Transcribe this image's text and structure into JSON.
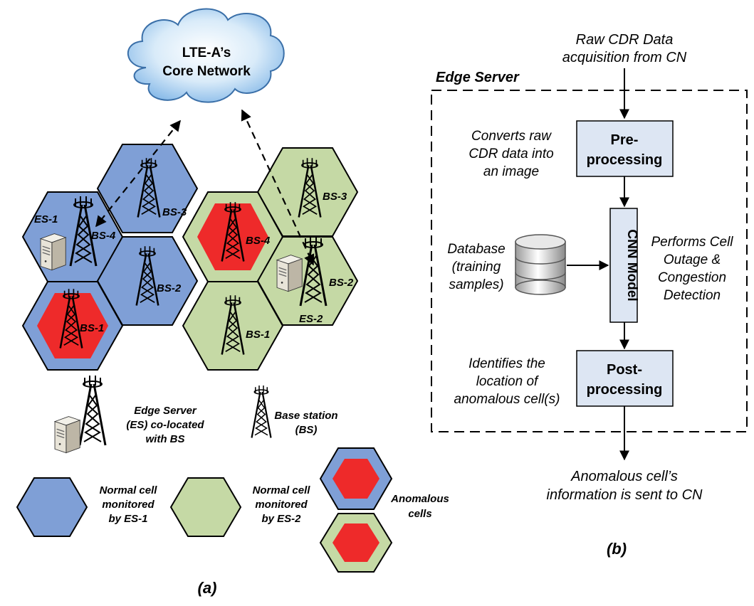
{
  "panel_a": {
    "cloud_line1": "LTE-A’s",
    "cloud_line2": "Core Network",
    "es1_cells": {
      "bs3": "BS-3",
      "bs4": "BS-4",
      "bs2": "BS-2",
      "bs1": "BS-1",
      "es": "ES-1"
    },
    "es2_cells": {
      "bs3": "BS-3",
      "bs4": "BS-4",
      "bs2": "BS-2",
      "bs1": "BS-1",
      "es": "ES-2"
    },
    "legend": {
      "es_line1": "Edge Server",
      "es_line2": "(ES) co-located",
      "es_line3": "with BS",
      "bs_line1": "Base station",
      "bs_line2": "(BS)",
      "normal1_line1": "Normal cell",
      "normal1_line2": "monitored",
      "normal1_line3": "by ES-1",
      "normal2_line1": "Normal cell",
      "normal2_line2": "monitored",
      "normal2_line3": "by ES-2",
      "anom_line1": "Anomalous",
      "anom_line2": "cells"
    },
    "caption": "(a)",
    "colors": {
      "blue": "#7f9fd6",
      "green": "#c5d9a5",
      "red": "#ee2a2a"
    }
  },
  "panel_b": {
    "input_line1": "Raw CDR Data",
    "input_line2": "acquisition from CN",
    "server_title": "Edge Server",
    "pre_line1": "Pre-",
    "pre_line2": "processing",
    "pre_note1": "Converts raw",
    "pre_note2": "CDR data into",
    "pre_note3": "an image",
    "db_line1": "Database",
    "db_line2": "(training",
    "db_line3": "samples)",
    "cnn": "CNN Model",
    "cnn_note1": "Performs Cell",
    "cnn_note2": "Outage &",
    "cnn_note3": "Congestion",
    "cnn_note4": "Detection",
    "post_line1": "Post-",
    "post_line2": "processing",
    "post_note1": "Identifies the",
    "post_note2": "location of",
    "post_note3": "anomalous cell(s)",
    "output_line1": "Anomalous cell’s",
    "output_line2": "information is sent to CN",
    "caption": "(b)",
    "colors": {
      "box": "#dde6f3"
    }
  }
}
